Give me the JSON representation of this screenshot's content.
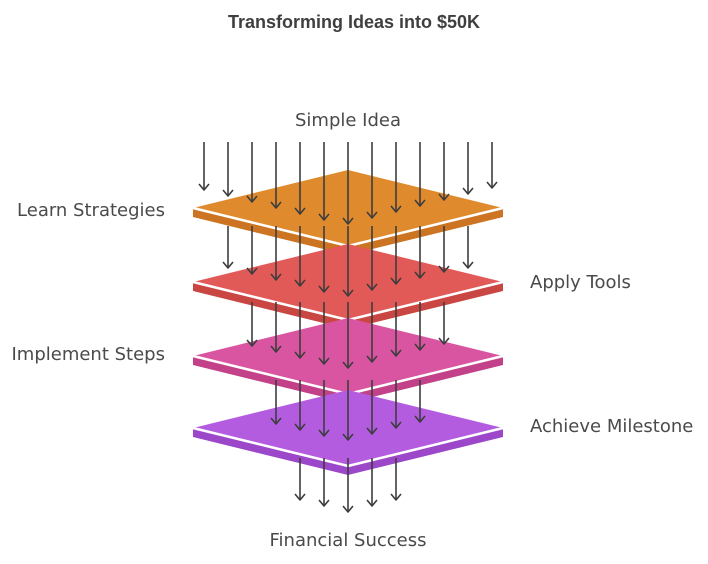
{
  "title": "Transforming Ideas into $50K",
  "input_label": "Simple Idea",
  "output_label": "Financial Success",
  "layers": [
    {
      "label": "Learn Strategies",
      "side": "left",
      "top": "#e08a2e",
      "edge": "#cc7421"
    },
    {
      "label": "Apply Tools",
      "side": "right",
      "top": "#e25a57",
      "edge": "#c94643"
    },
    {
      "label": "Implement Steps",
      "side": "left",
      "top": "#d955a1",
      "edge": "#c24189"
    },
    {
      "label": "Achieve Milestone",
      "side": "right",
      "top": "#b35ce0",
      "edge": "#9c47c9"
    }
  ],
  "arrow_color": "#3d3d3d"
}
